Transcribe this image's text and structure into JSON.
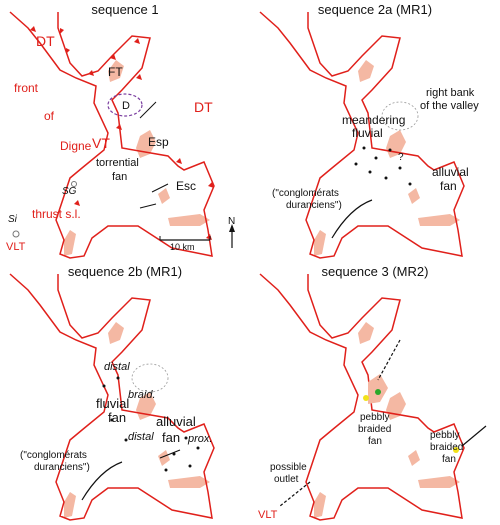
{
  "panels": [
    {
      "title": "sequence 1"
    },
    {
      "title": "sequence 2a (MR1)"
    },
    {
      "title": "sequence 2b (MR1)"
    },
    {
      "title": "sequence 3 (MR2)"
    }
  ],
  "p1": {
    "dt_left": "DT",
    "dt_right": "DT",
    "ft": "FT",
    "vt": "VT",
    "front": "front",
    "of": "of",
    "digne": "Digne",
    "thrust": "thrust s.l.",
    "d": "D",
    "esp": "Esp",
    "esc": "Esc",
    "torrential": "torrential",
    "fan": "fan",
    "sg": "SG",
    "si": "Si",
    "vlt": "VLT",
    "scale": "10 km",
    "north": "N"
  },
  "p2": {
    "right_bank_1": "right bank",
    "right_bank_2": "of the valley",
    "meandering": "meandering",
    "fluvial": "fluvial",
    "alluvial": "alluvial",
    "fan": "fan",
    "q": "?",
    "cong_1": "(\"conglomérats",
    "cong_2": "duranciens\")"
  },
  "p3": {
    "distal_top": "distal",
    "braid": "braid.",
    "fluvial": "fluvial",
    "fan": "fan",
    "distal2": "distal",
    "alluvial": "alluvial",
    "fan2": "fan",
    "prox": "prox.",
    "cong_1": "(\"conglomérats",
    "cong_2": "duranciens\")"
  },
  "p4": {
    "pebbly1": "pebbly",
    "braided1": "braided",
    "fan1": "fan",
    "pebbly2": "pebbly",
    "braided2": "braided",
    "fan2": "fan",
    "possible": "possible",
    "outlet": "outlet",
    "vlt": "VLT"
  },
  "colors": {
    "thrust": "#e0201b",
    "outcrop": "#f4b8a3",
    "text": "#111111",
    "purple": "#7b3fa0",
    "green": "#2aa82a",
    "yellow": "#f2e21a"
  }
}
